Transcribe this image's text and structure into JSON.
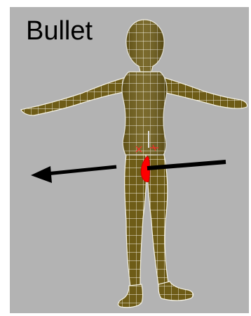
{
  "title": "Bullet",
  "colors": {
    "viewport_background": "#b3b3b3",
    "mesh_fill": "#6e5c17",
    "mesh_wire": "#f4f1e4",
    "impact": "#ff0000",
    "arrow": "#000000",
    "gizmo": "#ff2a2a"
  },
  "icons": [
    "incoming-bullet-arrow",
    "exit-bullet-arrow",
    "impact-marker",
    "transform-gizmo"
  ]
}
